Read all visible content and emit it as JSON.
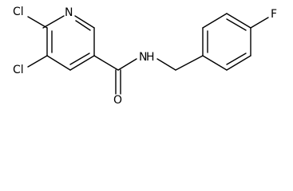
{
  "molecule": {
    "atoms": {
      "cl_top": "Cl",
      "cl_bottom": "Cl",
      "n_ring": "N",
      "n_amide": "N",
      "h_amide": "H",
      "o_carbonyl": "O",
      "f_para": "F"
    }
  }
}
